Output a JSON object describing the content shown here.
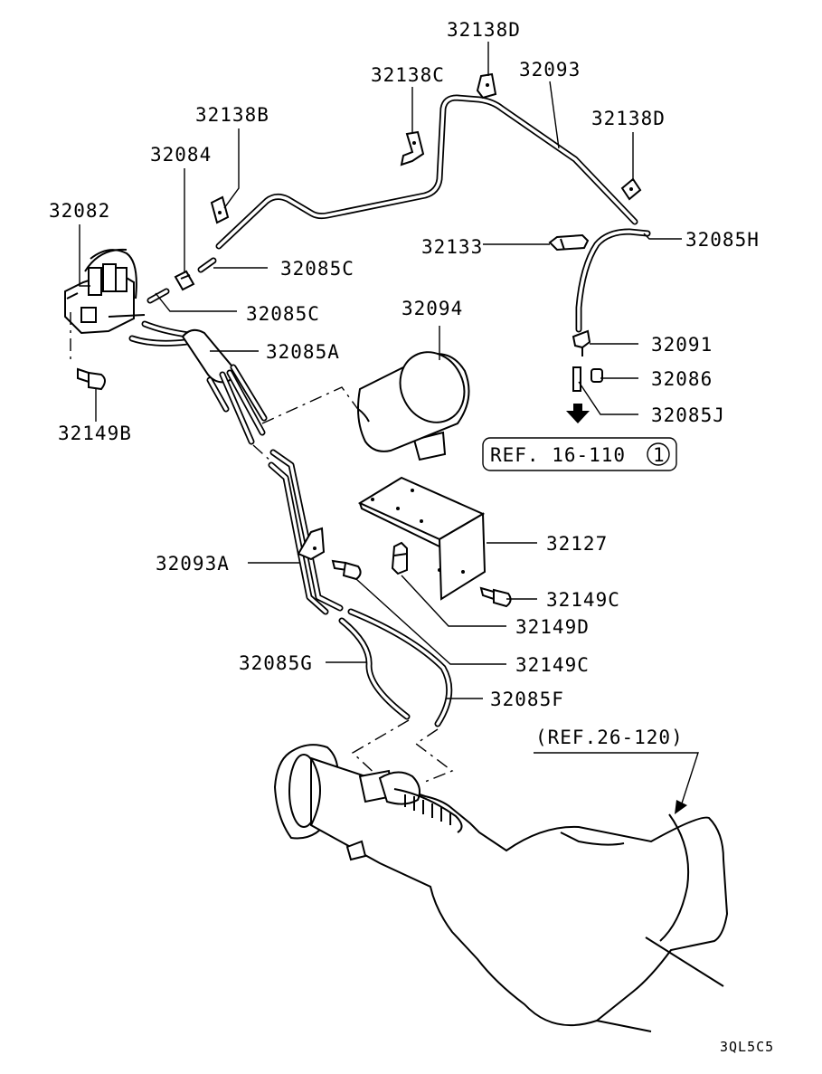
{
  "labels": {
    "p32138D_top": "32138D",
    "p32138C": "32138C",
    "p32093": "32093",
    "p32138B": "32138B",
    "p32138D_right": "32138D",
    "p32084": "32084",
    "p32082": "32082",
    "p32133": "32133",
    "p32085H": "32085H",
    "p32085C_upper": "32085C",
    "p32085C_lower": "32085C",
    "p32094": "32094",
    "p32085A": "32085A",
    "p32091": "32091",
    "p32086": "32086",
    "p32085J": "32085J",
    "p32149B": "32149B",
    "ref16_text": "REF. 16-110",
    "ref16_num": "1",
    "p32127": "32127",
    "p32093A": "32093A",
    "p32149C_right": "32149C",
    "p32149D": "32149D",
    "p32149C_lower": "32149C",
    "p32085G": "32085G",
    "p32085F": "32085F",
    "ref26": "(REF.26-120)",
    "code": "3QL5C5"
  }
}
